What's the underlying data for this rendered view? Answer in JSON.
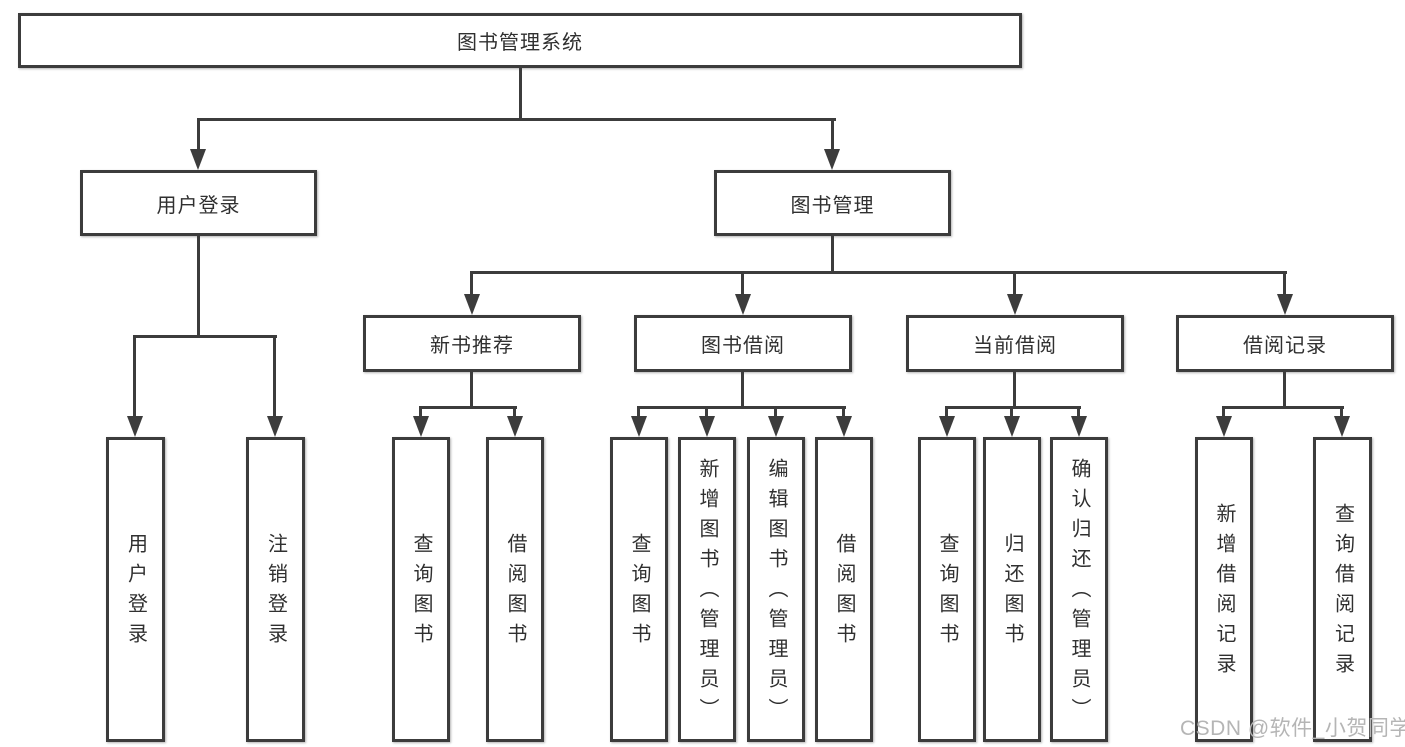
{
  "diagram": {
    "root": {
      "label": "图书管理系统"
    },
    "level2": {
      "user_login": "用户登录",
      "book_mgmt": "图书管理"
    },
    "level3": {
      "new_books": "新书推荐",
      "book_borrow": "图书借阅",
      "current_borrow": "当前借阅",
      "borrow_records": "借阅记录"
    },
    "leaves": {
      "user_login": "用户登录",
      "logout": "注销登录",
      "nb_query": "查询图书",
      "nb_borrow": "借阅图书",
      "bb_query": "查询图书",
      "bb_add": "新增图书（管理员）",
      "bb_edit": "编辑图书（管理员）",
      "bb_borrow": "借阅图书",
      "cb_query": "查询图书",
      "cb_return": "归还图书",
      "cb_confirm": "确认归还（管理员）",
      "br_add": "新增借阅记录",
      "br_query": "查询借阅记录"
    }
  },
  "watermark": "CSDN @软件_小贺同学",
  "colors": {
    "line": "#3c3c3c",
    "text": "#303030",
    "watermark": "#b5b5b5",
    "background": "#ffffff"
  }
}
